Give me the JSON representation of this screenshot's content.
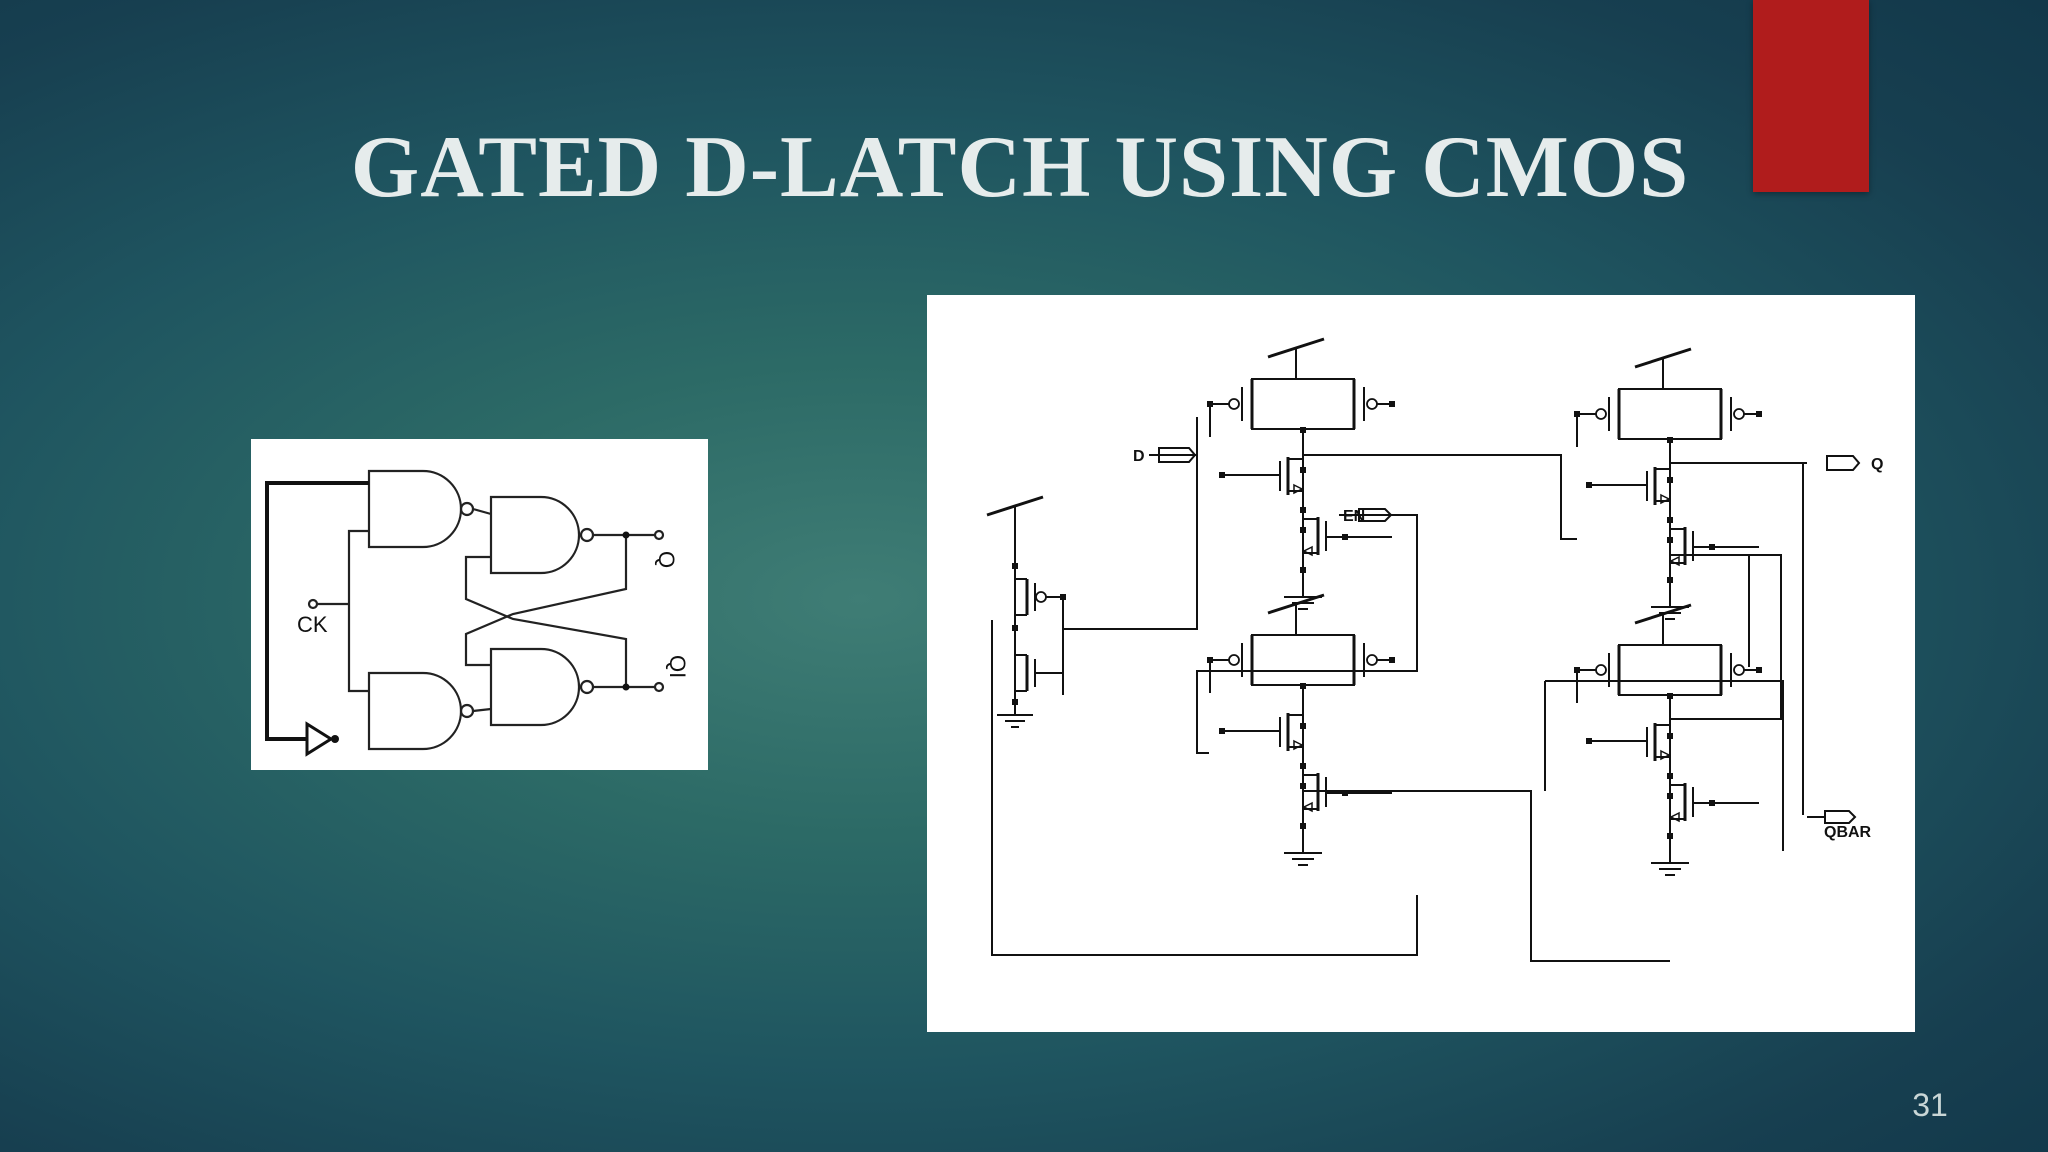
{
  "slide": {
    "title": "GATED D-LATCH USING CMOS",
    "page_number": "31",
    "accent_color": "#b01c1c"
  },
  "gate_diagram": {
    "labels": {
      "ck": "CK",
      "q": "Q",
      "q_bar": "QI"
    }
  },
  "cmos_schematic": {
    "labels": {
      "d": "D",
      "en": "EN",
      "q": "Q",
      "qbar": "QBAR"
    }
  }
}
